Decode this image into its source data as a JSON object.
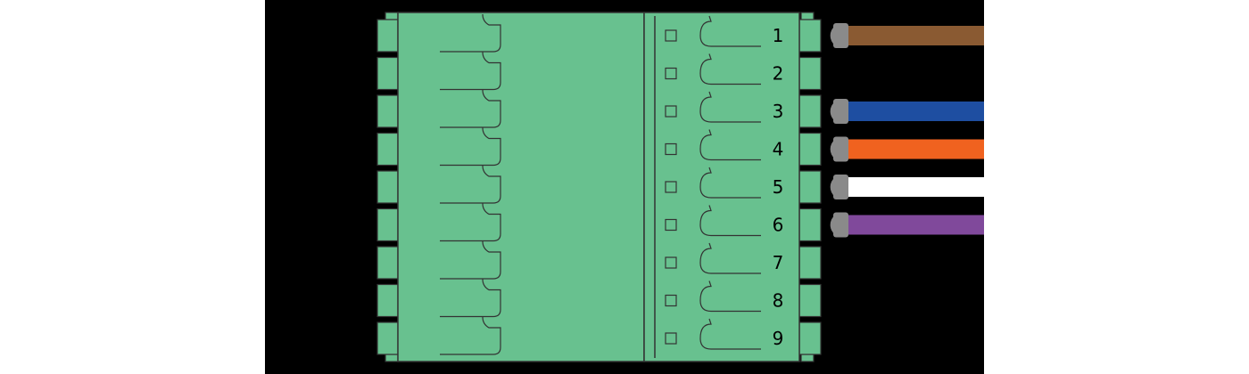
{
  "colors": {
    "background": "#000000",
    "connector_fill": "#68c18f",
    "connector_stroke": "#333333",
    "ferrule": "#8a8a8a",
    "label": "#000000"
  },
  "terminals": [
    {
      "label": "1",
      "wire": true,
      "wire_color": "#8a5a32"
    },
    {
      "label": "2",
      "wire": false,
      "wire_color": ""
    },
    {
      "label": "3",
      "wire": true,
      "wire_color": "#1e4ea1"
    },
    {
      "label": "4",
      "wire": true,
      "wire_color": "#f0621f"
    },
    {
      "label": "5",
      "wire": true,
      "wire_color": "#ffffff"
    },
    {
      "label": "6",
      "wire": true,
      "wire_color": "#80499b"
    },
    {
      "label": "7",
      "wire": false,
      "wire_color": ""
    },
    {
      "label": "8",
      "wire": false,
      "wire_color": ""
    },
    {
      "label": "9",
      "wire": false,
      "wire_color": ""
    }
  ]
}
